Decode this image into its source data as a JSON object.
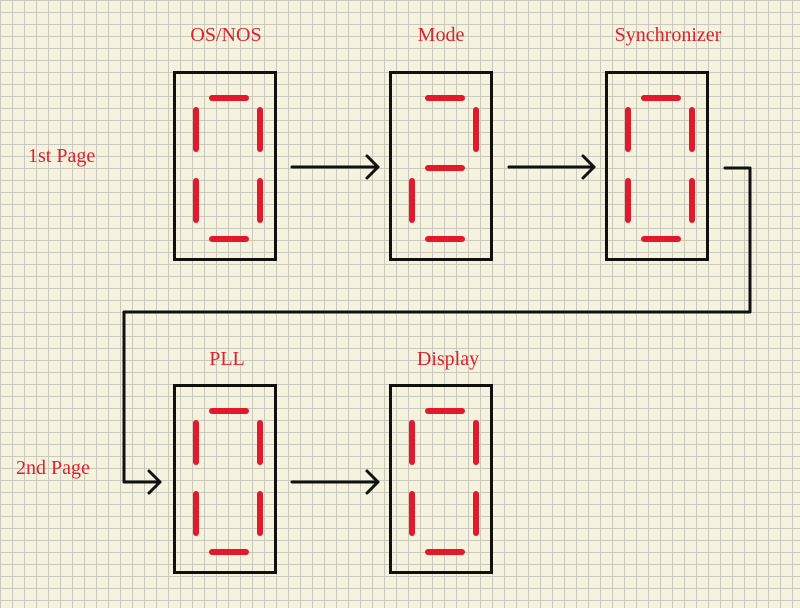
{
  "rows": [
    {
      "label": "1st Page"
    },
    {
      "label": "2nd Page"
    }
  ],
  "displays": [
    {
      "title": "OS/NOS",
      "digit": "0"
    },
    {
      "title": "Mode",
      "digit": "2"
    },
    {
      "title": "Synchronizer",
      "digit": "0"
    },
    {
      "title": "PLL",
      "digit": "0"
    },
    {
      "title": "Display",
      "digit": "0"
    }
  ],
  "colors": {
    "segment": "#e3182b",
    "text": "#e0202a",
    "frame": "#111111",
    "background": "#f5f2de",
    "grid": "#c9c9bd"
  }
}
